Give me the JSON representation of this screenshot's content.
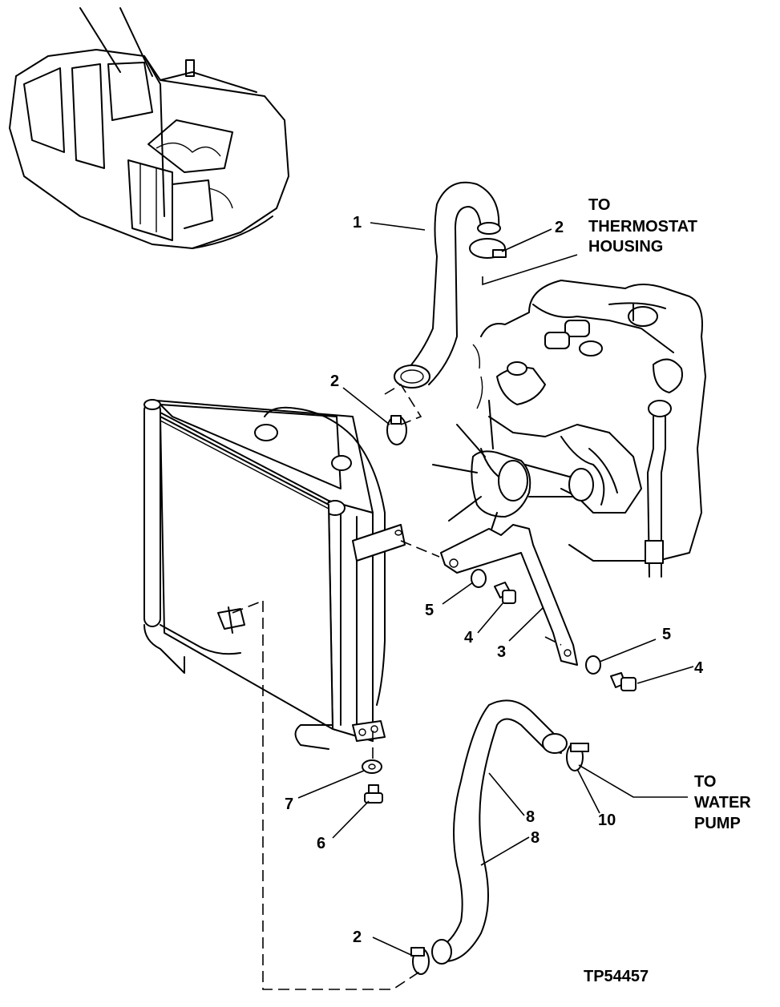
{
  "callouts": [
    "1",
    "2",
    "2",
    "5",
    "4",
    "3",
    "5",
    "4",
    "7",
    "6",
    "8",
    "8",
    "10",
    "2"
  ],
  "labels": {
    "thermostat": [
      "TO",
      "THERMOSTAT",
      "HOUSING"
    ],
    "water_pump": [
      "TO",
      "WATER",
      "PUMP"
    ]
  },
  "figure_id": "TP54457"
}
